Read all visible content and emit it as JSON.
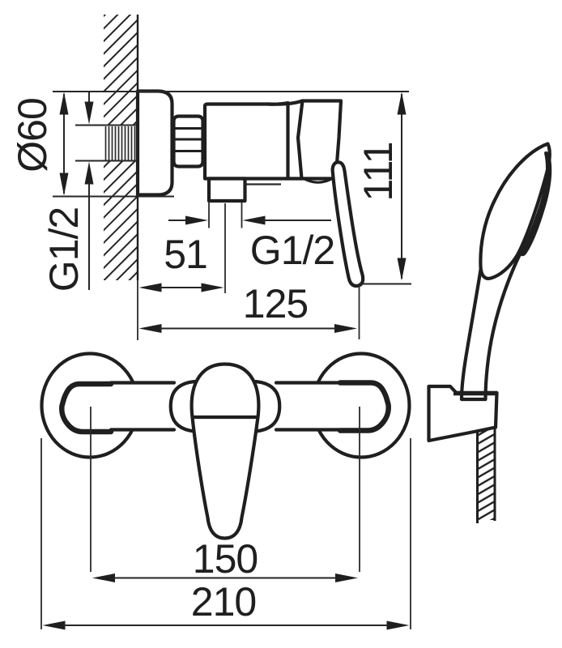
{
  "diagram": {
    "labels": {
      "escutcheon_diameter": "Ø60",
      "wall_thread": "G1/2",
      "outlet_offset": "51",
      "outlet_thread": "G1/2",
      "body_depth": "125",
      "fixture_height": "111",
      "connection_centers": "150",
      "overall_width": "210"
    },
    "colors": {
      "line": "#1f1f1f",
      "background": "#ffffff"
    }
  }
}
